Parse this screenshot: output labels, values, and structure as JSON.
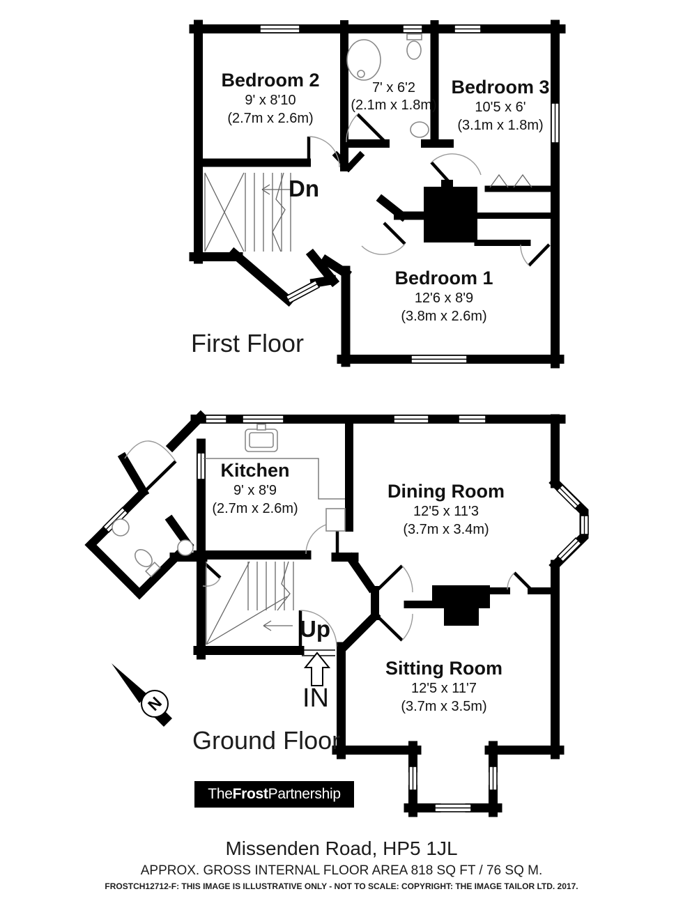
{
  "colors": {
    "wall": "#000000",
    "background": "#ffffff",
    "text": "#111111"
  },
  "first_floor": {
    "title": "First Floor",
    "stair_label": "Dn",
    "bedroom2": {
      "name": "Bedroom 2",
      "dims_ft": "9' x 8'10",
      "dims_m": "(2.7m x 2.6m)"
    },
    "bathroom": {
      "dims_ft": "7' x 6'2",
      "dims_m": "(2.1m x 1.8m)"
    },
    "bedroom3": {
      "name": "Bedroom 3",
      "dims_ft": "10'5 x 6'",
      "dims_m": "(3.1m x 1.8m)"
    },
    "bedroom1": {
      "name": "Bedroom 1",
      "dims_ft": "12'6 x 8'9",
      "dims_m": "(3.8m x 2.6m)"
    }
  },
  "ground_floor": {
    "title": "Ground Floor",
    "stair_label": "Up",
    "entrance_label": "IN",
    "kitchen": {
      "name": "Kitchen",
      "dims_ft": "9' x 8'9",
      "dims_m": "(2.7m x 2.6m)"
    },
    "dining_room": {
      "name": "Dining Room",
      "dims_ft": "12'5 x 11'3",
      "dims_m": "(3.7m x 3.4m)"
    },
    "sitting_room": {
      "name": "Sitting Room",
      "dims_ft": "12'5 x 11'7",
      "dims_m": "(3.7m x 3.5m)"
    }
  },
  "compass": {
    "north_label": "N"
  },
  "logo": {
    "the": "The",
    "frost": "Frost",
    "partnership": "Partnership"
  },
  "footer": {
    "address": "Missenden Road, HP5 1JL",
    "area": "APPROX. GROSS INTERNAL FLOOR AREA 818 SQ FT / 76 SQ M.",
    "disclaimer": "FROSTCH12712-F: THIS IMAGE IS ILLUSTRATIVE ONLY - NOT TO SCALE: COPYRIGHT: THE IMAGE TAILOR LTD. 2017."
  }
}
